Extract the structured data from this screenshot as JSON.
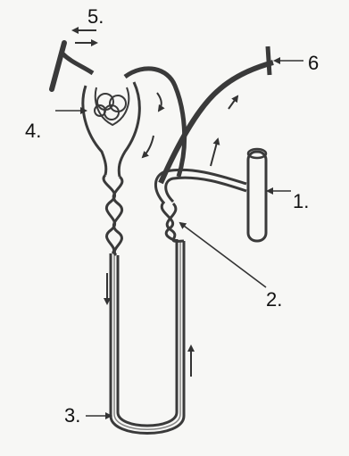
{
  "labels": {
    "one": "1.",
    "two": "2.",
    "three": "3.",
    "four": "4.",
    "five": "5.",
    "six": "6"
  },
  "colors": {
    "ink": "#3a3a3a",
    "background": "#f7f7f5"
  }
}
